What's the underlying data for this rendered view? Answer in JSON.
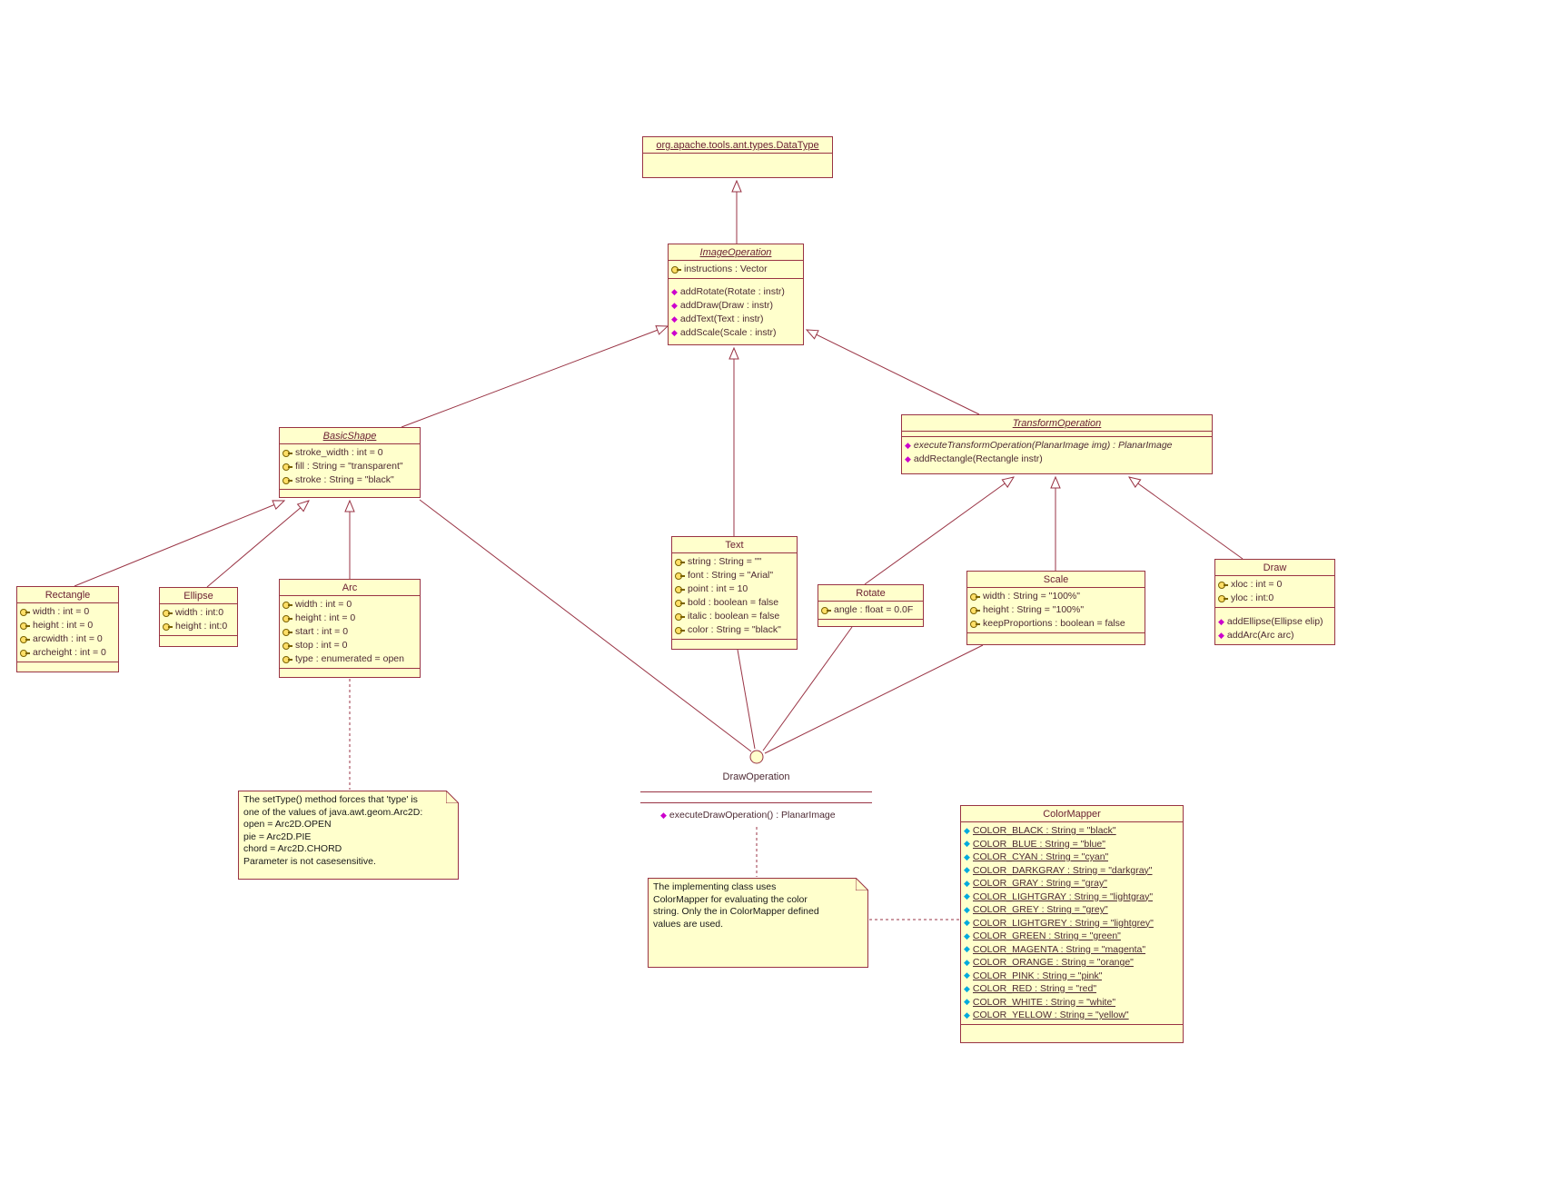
{
  "colors": {
    "background": "#ffffff",
    "box_fill": "#ffffcc",
    "border": "#993344",
    "title_text": "#6b2033",
    "member_text": "#4d2a33",
    "note_text": "#1a1a1a",
    "method_icon": "#cc00cc",
    "static_attr_icon": "#00aadd",
    "key_icon": "#ffdf66"
  },
  "icons": {
    "attribute_icon": "key-icon",
    "method_icon": "magenta-diamond-icon",
    "static_attribute_icon": "cyan-diamond-icon",
    "interface_icon": "lollipop-circle-icon",
    "note_icon": "folded-corner-icon",
    "generalization_arrow": "hollow-triangle"
  },
  "dataType": {
    "title": "org.apache.tools.ant.types.DataType"
  },
  "imageOperation": {
    "title": "ImageOperation",
    "attrs": [
      "instructions : Vector"
    ],
    "methods": [
      "addRotate(Rotate : instr)",
      "addDraw(Draw : instr)",
      "addText(Text : instr)",
      "addScale(Scale : instr)"
    ]
  },
  "basicShape": {
    "title": "BasicShape",
    "attrs": [
      "stroke_width : int = 0",
      "fill : String = \"transparent\"",
      "stroke : String = \"black\""
    ]
  },
  "transformOperation": {
    "title": "TransformOperation",
    "methods": [
      "executeTransformOperation(PlanarImage img) : PlanarImage",
      "addRectangle(Rectangle instr)"
    ]
  },
  "rectangleClass": {
    "title": "Rectangle",
    "attrs": [
      "width : int = 0",
      "height : int = 0",
      "arcwidth : int = 0",
      "archeight : int = 0"
    ]
  },
  "ellipseClass": {
    "title": "Ellipse",
    "attrs": [
      "width : int:0",
      "height : int:0"
    ]
  },
  "arcClass": {
    "title": "Arc",
    "attrs": [
      "width : int = 0",
      "height : int = 0",
      "start : int = 0",
      "stop : int = 0",
      "type : enumerated = open"
    ]
  },
  "textClass": {
    "title": "Text",
    "attrs": [
      "string : String = \"\"",
      "font : String = \"Arial\"",
      "point : int = 10",
      "bold : boolean = false",
      "italic : boolean = false",
      "color : String = \"black\""
    ]
  },
  "rotateClass": {
    "title": "Rotate",
    "attrs": [
      "angle : float = 0.0F"
    ]
  },
  "scaleClass": {
    "title": "Scale",
    "attrs": [
      "width : String = \"100%\"",
      "height : String = \"100%\"",
      "keepProportions : boolean = false"
    ]
  },
  "drawClass": {
    "title": "Draw",
    "attrs": [
      "xloc : int = 0",
      "yloc : int:0"
    ],
    "methods": [
      "addEllipse(Ellipse elip)",
      "addArc(Arc arc)"
    ]
  },
  "colorMapper": {
    "title": "ColorMapper",
    "attrs": [
      "COLOR_BLACK : String = \"black\"",
      "COLOR_BLUE : String = \"blue\"",
      "COLOR_CYAN : String = \"cyan\"",
      "COLOR_DARKGRAY : String = \"darkgray\"",
      "COLOR_GRAY : String = \"gray\"",
      "COLOR_LIGHTGRAY : String = \"lightgray\"",
      "COLOR_GREY : String = \"grey\"",
      "COLOR_LIGHTGREY : String = \"lightgrey\"",
      "COLOR_GREEN : String = \"green\"",
      "COLOR_MAGENTA : String = \"magenta\"",
      "COLOR_ORANGE : String = \"orange\"",
      "COLOR_PINK : String = \"pink\"",
      "COLOR_RED : String = \"red\"",
      "COLOR_WHITE : String = \"white\"",
      "COLOR_YELLOW : String = \"yellow\""
    ]
  },
  "drawOperation": {
    "name": "DrawOperation",
    "method": "executeDrawOperation() : PlanarImage"
  },
  "notes": {
    "arcNote": {
      "lines": [
        "The setType() method forces that 'type' is",
        "one of the values of java.awt.geom.Arc2D:",
        "open = Arc2D.OPEN",
        "pie = Arc2D.PIE",
        "chord = Arc2D.CHORD",
        "Parameter is not casesensitive."
      ]
    },
    "colorNote": {
      "lines": [
        "The implementing class uses",
        "ColorMapper for evaluating the color",
        "string. Only the in ColorMapper defined",
        "values are used."
      ]
    }
  }
}
